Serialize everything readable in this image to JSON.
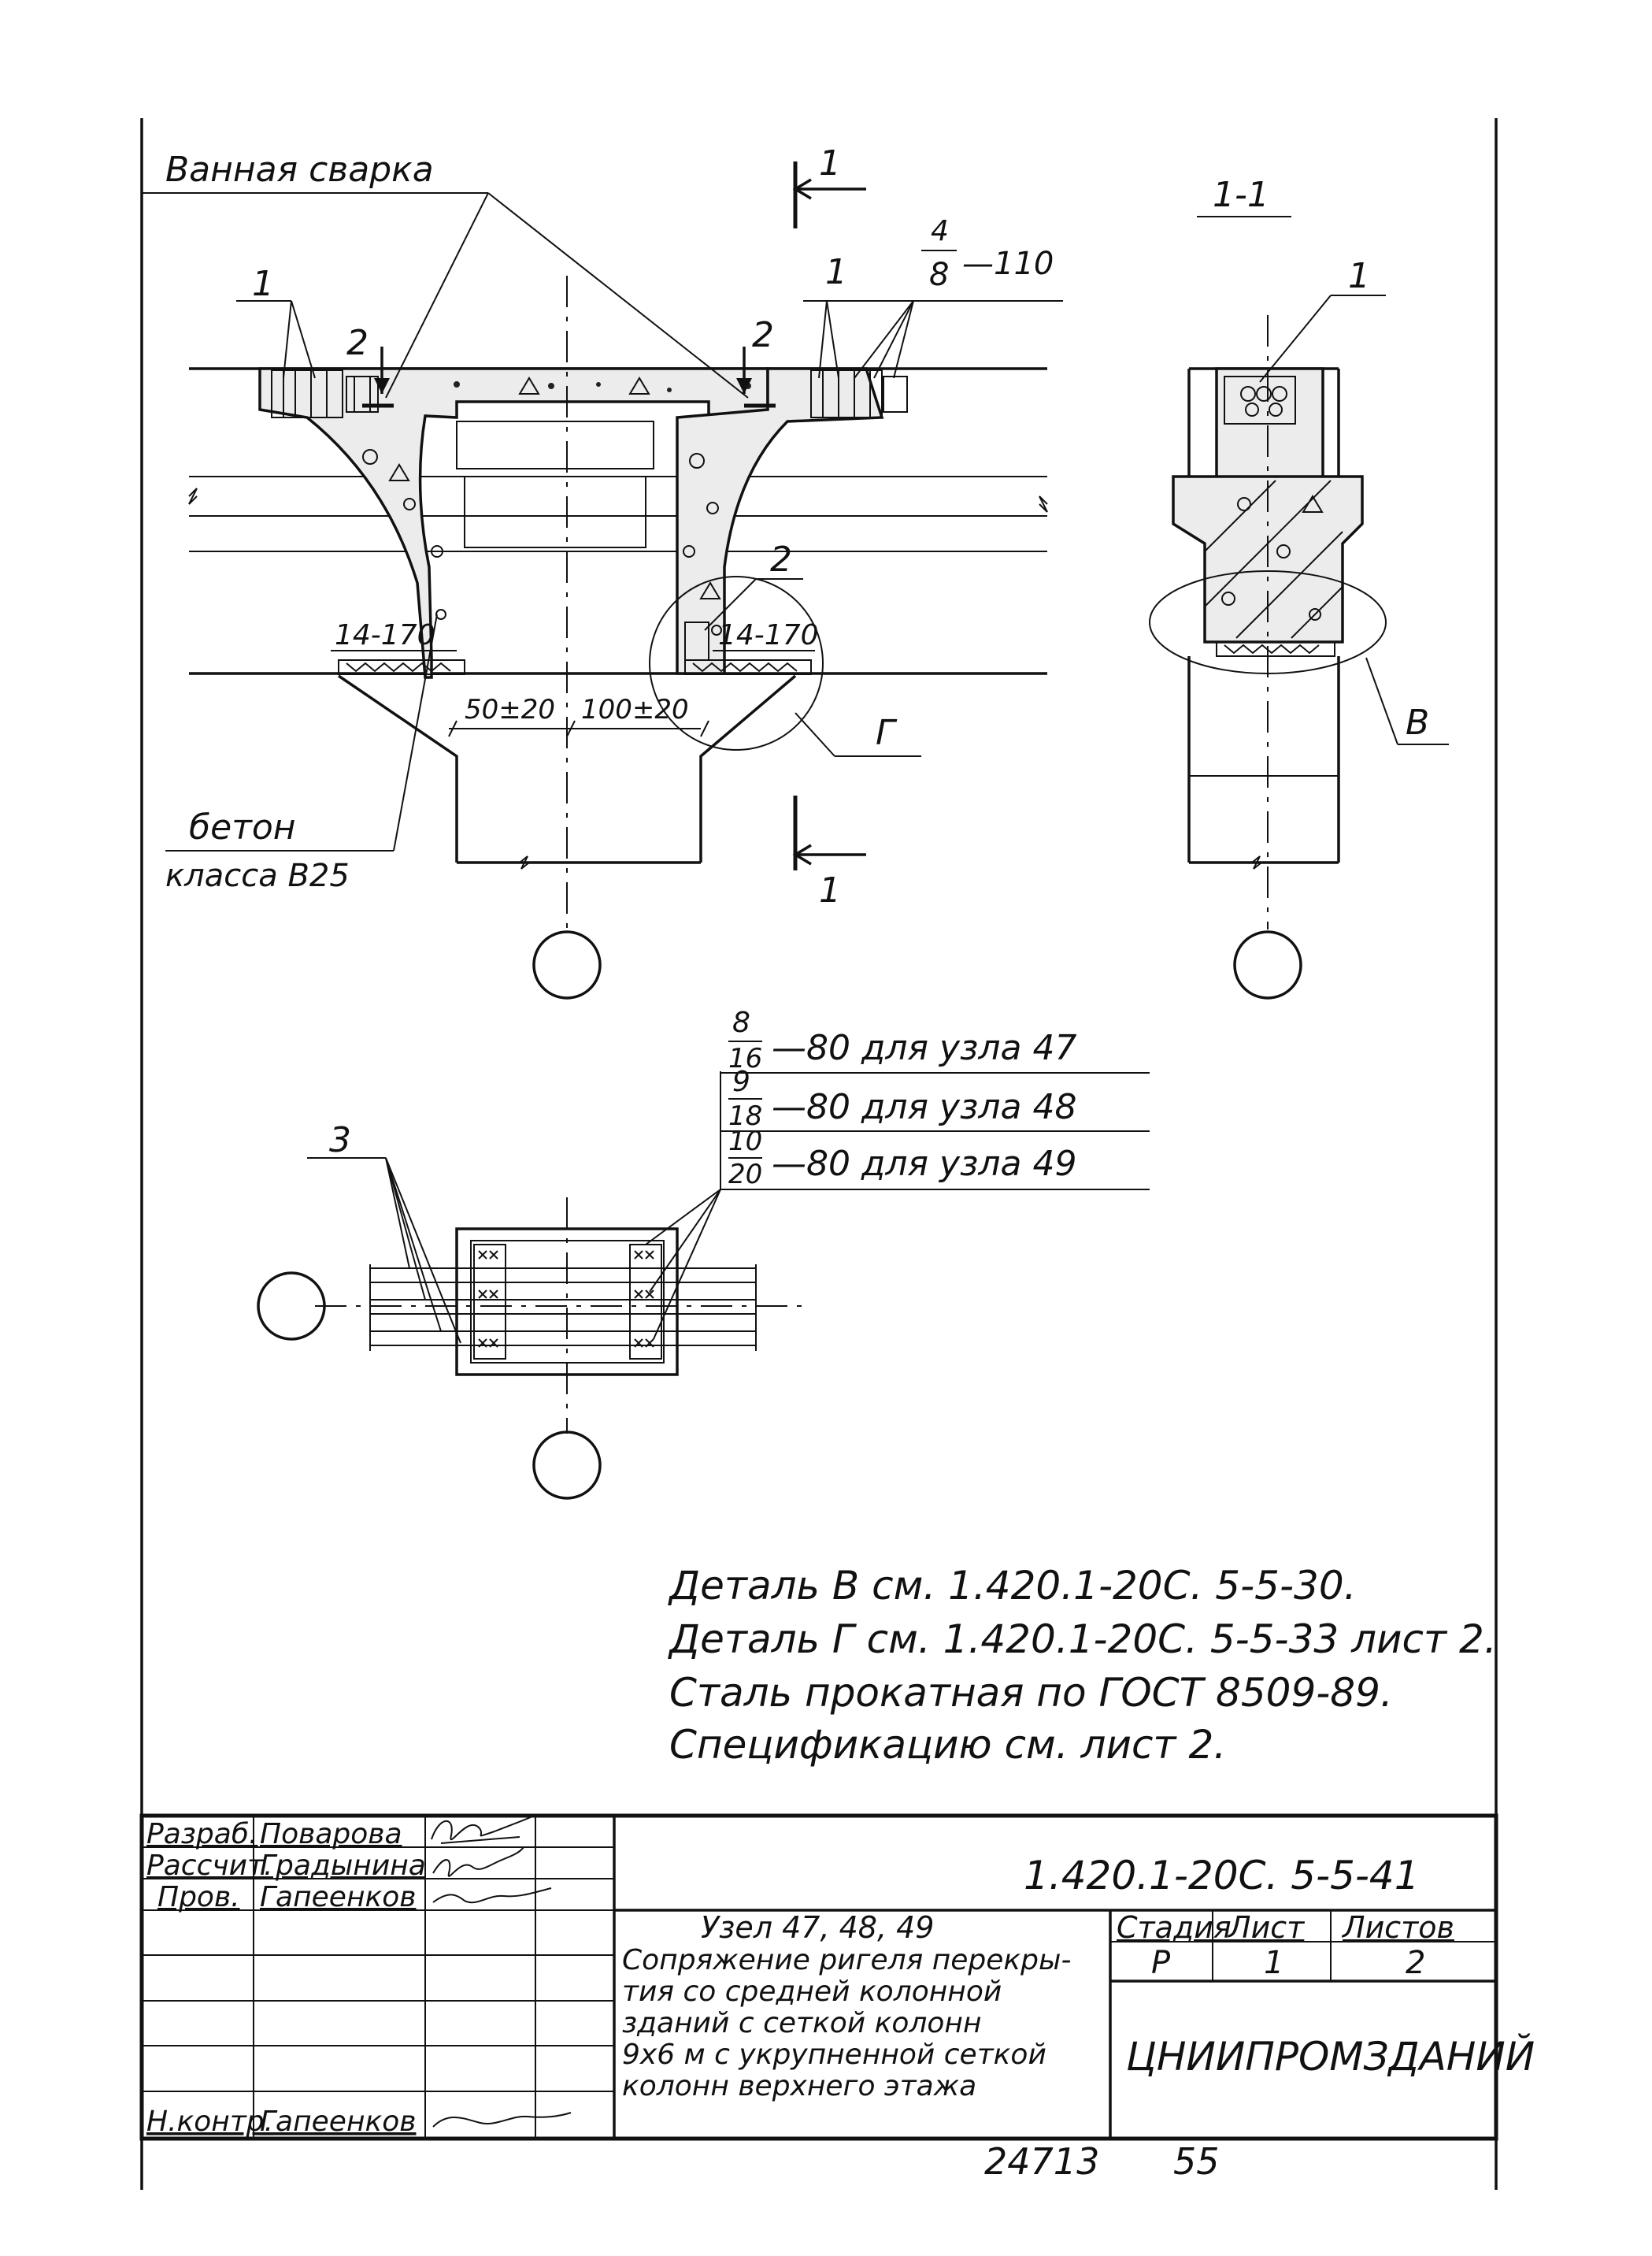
{
  "labels": {
    "bath_welding": "Ванная сварка",
    "section_mark_1": "1",
    "section_mark_2": "2",
    "pos_1": "1",
    "pos_2": "2",
    "pos_3": "3",
    "frac_top_num": "4",
    "frac_top_den": "8",
    "frac_top_suffix": "—110",
    "dim_14_170": "14-170",
    "dim_50": "50±20",
    "dim_100": "100±20",
    "concrete_line1": "бетон",
    "concrete_line2": "класса В25",
    "section_1_1": "1-1",
    "callout_G": "Г",
    "callout_V": "В"
  },
  "plate_notes": [
    {
      "num": "8",
      "den": "16",
      "text": "—80  для узла  47"
    },
    {
      "num": "9",
      "den": "18",
      "text": "—80  для узла  48"
    },
    {
      "num": "10",
      "den": "20",
      "text": "—80  для узла  49"
    }
  ],
  "notes": [
    "Деталь  В  см.   1.420.1-20С. 5-5-30.",
    "Деталь  Г  см.   1.420.1-20С. 5-5-33 лист 2.",
    "Сталь прокатная  по  ГОСТ 8509-89.",
    "Спецификацию   см. лист 2."
  ],
  "title_block": {
    "code": "1.420.1-20С. 5-5-41",
    "rows": [
      {
        "role": "Разраб.",
        "name": "Поварова"
      },
      {
        "role": "Рассчит.",
        "name": "Градынина"
      },
      {
        "role": "Пров.",
        "name": "Гапеенков"
      },
      {
        "role": "",
        "name": ""
      },
      {
        "role": "",
        "name": ""
      },
      {
        "role": "",
        "name": ""
      },
      {
        "role": "Н.контр.",
        "name": "Гапеенков"
      }
    ],
    "description": [
      "Узел   47, 48, 49",
      "Сопряжение ригеля перекры-",
      "тия со средней колонной",
      "зданий с сеткой колонн",
      "9х6 м с укрупненной сеткой",
      "колонн  верхнего  этажа"
    ],
    "stage_header": "Стадия",
    "sheet_header": "Лист",
    "sheets_header": "Листов",
    "stage": "Р",
    "sheet": "1",
    "sheets": "2",
    "org": "ЦНИИПРОМЗДАНИЙ"
  },
  "footer": {
    "inventory": "24713",
    "page": "55"
  }
}
